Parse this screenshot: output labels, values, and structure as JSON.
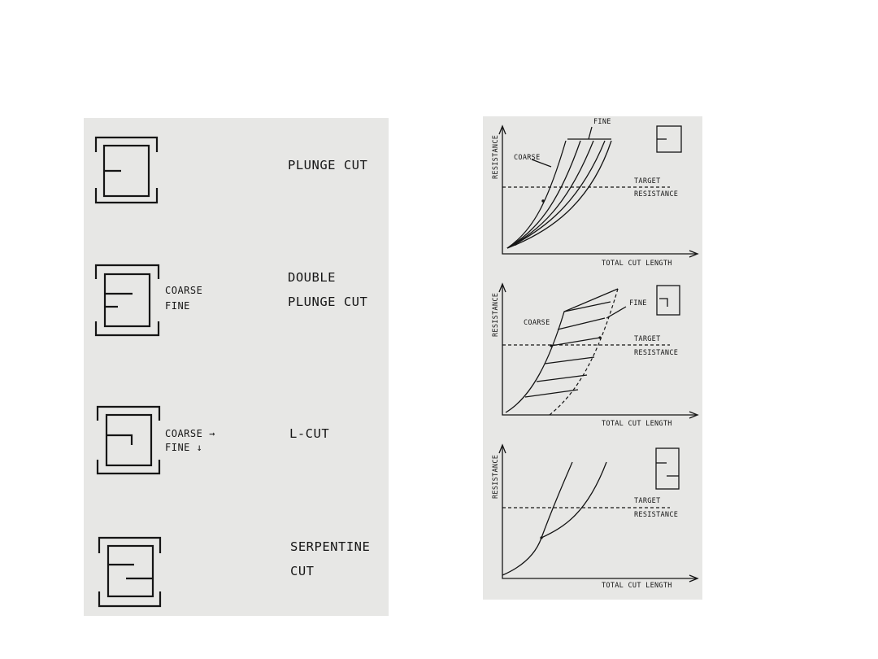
{
  "left": {
    "cuts": [
      {
        "title_line1": "PLUNGE CUT",
        "title_line2": "",
        "note_line1": "",
        "note_line2": ""
      },
      {
        "title_line1": "DOUBLE",
        "title_line2": "PLUNGE CUT",
        "note_line1": "COARSE",
        "note_line2": "FINE"
      },
      {
        "title_line1": "L-CUT",
        "title_line2": "",
        "note_line1": "COARSE →",
        "note_line2": "FINE ↓"
      },
      {
        "title_line1": "SERPENTINE",
        "title_line2": "CUT",
        "note_line1": "",
        "note_line2": ""
      }
    ]
  },
  "right": {
    "graphs": [
      {
        "y_axis": "RESISTANCE",
        "x_axis": "TOTAL CUT LENGTH",
        "target_line1": "TARGET",
        "target_line2": "RESISTANCE",
        "coarse": "COARSE",
        "fine": "FINE"
      },
      {
        "y_axis": "RESISTANCE",
        "x_axis": "TOTAL CUT LENGTH",
        "target_line1": "TARGET",
        "target_line2": "RESISTANCE",
        "coarse": "COARSE",
        "fine": "FINE"
      },
      {
        "y_axis": "RESISTANCE",
        "x_axis": "TOTAL CUT LENGTH",
        "target_line1": "TARGET",
        "target_line2": "RESISTANCE"
      }
    ]
  }
}
